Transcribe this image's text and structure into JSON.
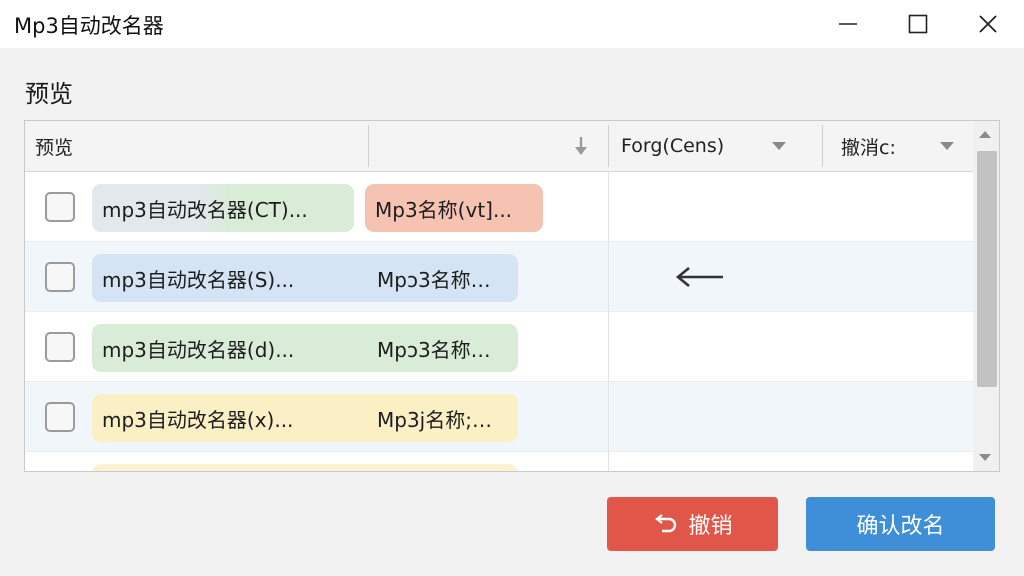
{
  "window": {
    "title": "Mp3自动改名器",
    "controls": [
      "minimize-icon",
      "maximize-icon",
      "close-icon"
    ]
  },
  "section_title": "预览",
  "grid": {
    "columns": [
      {
        "label": "预览"
      },
      {
        "label": "",
        "icon": "sort-down-arrow-icon"
      },
      {
        "label": "Forg(Cens)",
        "icon": "chevron-down-icon"
      },
      {
        "label": "撤消c:",
        "icon": "chevron-down-icon"
      }
    ],
    "rows": [
      {
        "original": "mp3自动改名器(CT)...",
        "renamed": "Mp3名称(vt]..."
      },
      {
        "original": "mp3自动改名器(S)...",
        "renamed": "Mpɔ3名称…"
      },
      {
        "original": "mp3自动改名器(d)...",
        "renamed": "Mpɔ3名称…"
      },
      {
        "original": "mp3自动改名器(x)...",
        "renamed": "Mp3j名称;…"
      }
    ],
    "annotation_icon": "left-arrow-icon"
  },
  "buttons": {
    "undo_label": "撤销",
    "undo_icon": "undo-arrow-icon",
    "confirm_label": "确认改名"
  },
  "colors": {
    "undo_button": "#e0574a",
    "confirm_button": "#3f8ed8",
    "chip_green": "#d9ecd8",
    "chip_red": "#f6c3b3",
    "chip_blue": "#d4e4f4",
    "chip_yellow": "#fbefc6"
  }
}
